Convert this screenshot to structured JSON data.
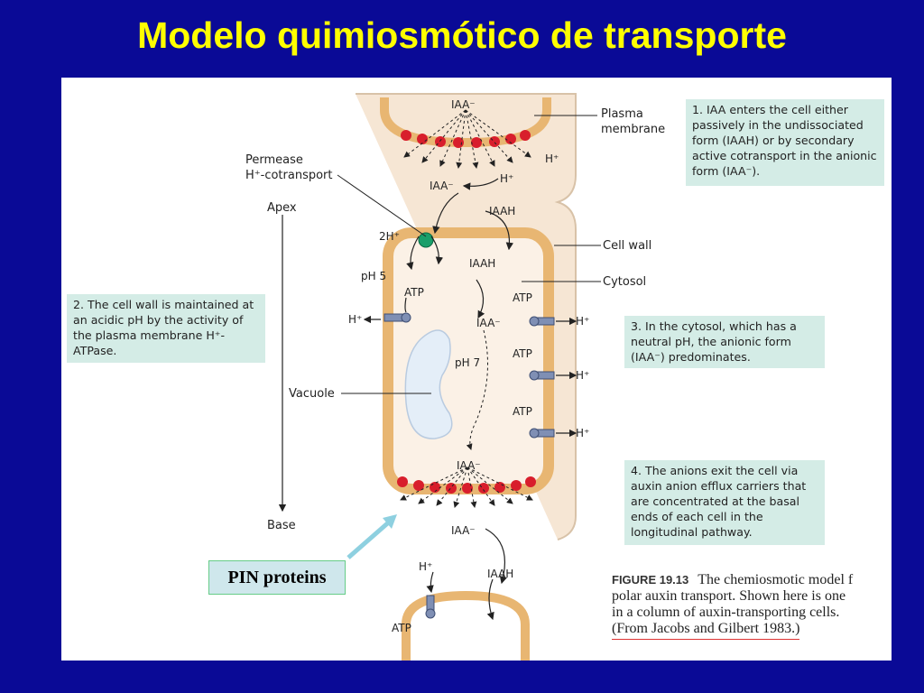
{
  "slide": {
    "title": "Modelo quimiosmótico de transporte"
  },
  "diagram": {
    "labels": {
      "plasma_membrane_1": "Plasma",
      "plasma_membrane_2": "membrane",
      "permease_1": "Permease",
      "permease_2": "H⁺-cotransport",
      "apex": "Apex",
      "base": "Base",
      "cell_wall": "Cell wall",
      "cytosol": "Cytosol",
      "vacuole": "Vacuole",
      "iaa_minus": "IAA⁻",
      "iaah": "IAAH",
      "h_plus": "H⁺",
      "two_h_plus": "2H⁺",
      "atp": "ATP",
      "ph5": "pH 5",
      "ph7": "pH 7"
    },
    "colors": {
      "background": "#0a0a96",
      "title": "#ffff00",
      "cell_fill": "#f6e6d4",
      "cell_wall": "#e8b672",
      "carrier": "#d81e2c",
      "note_fill": "#d4ece6",
      "permease": "#1a9f6a",
      "pump": "#7f8fb4",
      "vacuole": "#e4eef8"
    }
  },
  "notes": {
    "note1": "1. IAA enters the cell either passively in the undissociated form (IAAH) or by secondary active cotransport in the anionic form (IAA⁻).",
    "note2": "2. The cell wall is maintained at an acidic pH by the activity of the plasma membrane H⁺-ATPase.",
    "note3": "3. In the cytosol, which has a neutral pH, the anionic form (IAA⁻) predominates.",
    "note4": "4. The anions exit the cell via auxin anion efflux carriers that are concentrated at the basal ends of each cell in the longitudinal pathway."
  },
  "pin_label": "PIN proteins",
  "caption": {
    "label": "FIGURE 19.13",
    "line1": "The chemiosmotic model f",
    "line2": "polar auxin transport. Shown here is one",
    "line3": "in a column of auxin-transporting cells.",
    "source": "(From Jacobs and Gilbert 1983.)"
  }
}
